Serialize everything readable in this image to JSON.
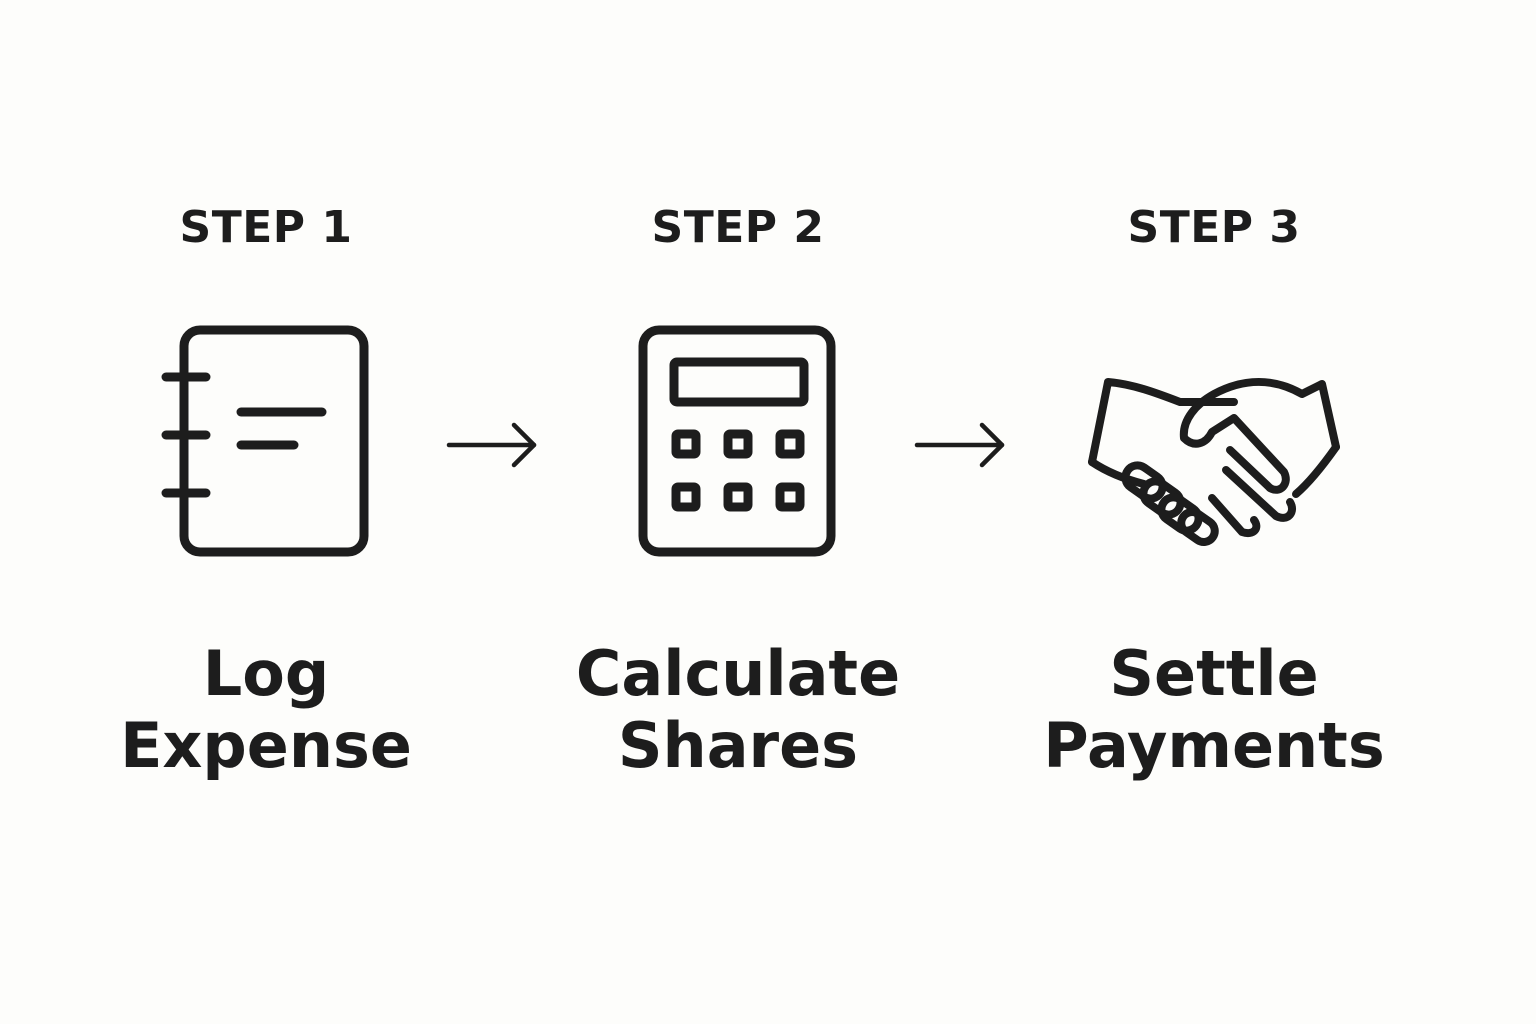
{
  "colors": {
    "background": "#fdfdfb",
    "ink": "#1d1d1d"
  },
  "steps": [
    {
      "label": "STEP 1",
      "title_line1": "Log",
      "title_line2": "Expense",
      "icon": "notebook-icon"
    },
    {
      "label": "STEP 2",
      "title_line1": "Calculate",
      "title_line2": "Shares",
      "icon": "calculator-icon"
    },
    {
      "label": "STEP 3",
      "title_line1": "Settle",
      "title_line2": "Payments",
      "icon": "handshake-icon"
    }
  ],
  "connectors": [
    {
      "icon": "arrow-right-icon"
    },
    {
      "icon": "arrow-right-icon"
    }
  ]
}
